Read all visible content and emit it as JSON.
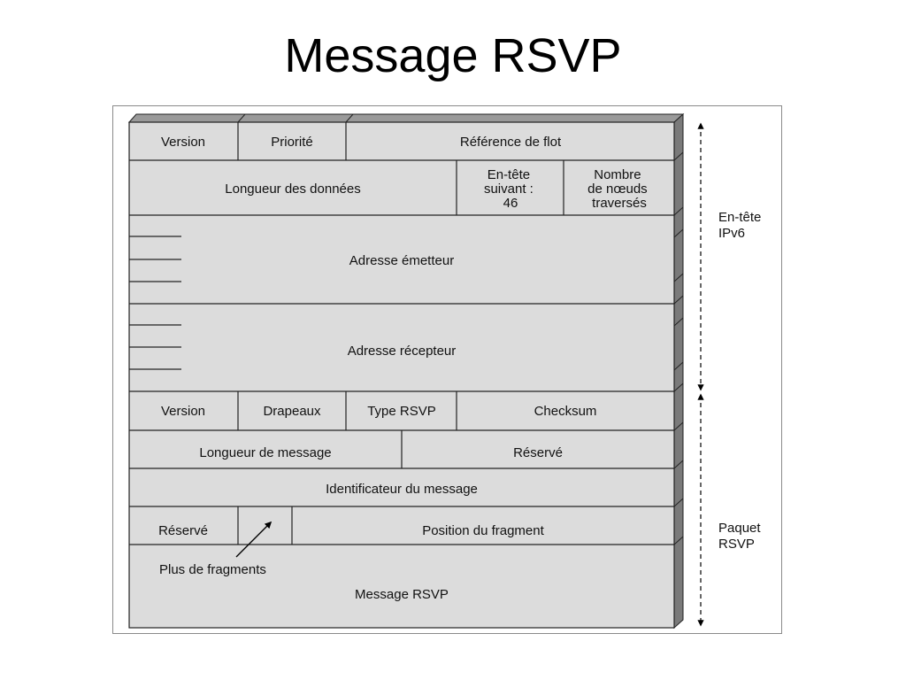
{
  "title": "Message RSVP",
  "ipv6_header": {
    "row1": {
      "version": "Version",
      "priority": "Priorité",
      "flow_label": "Référence de flot"
    },
    "row2": {
      "payload_length": "Longueur des données",
      "next_header": [
        "En-tête",
        "suivant :",
        "46"
      ],
      "hop_count": [
        "Nombre",
        "de nœuds",
        "traversés"
      ]
    },
    "source_address": "Adresse émetteur",
    "destination_address": "Adresse récepteur"
  },
  "rsvp_packet": {
    "row1": {
      "version": "Version",
      "flags": "Drapeaux",
      "type": "Type RSVP",
      "checksum": "Checksum"
    },
    "row2": {
      "message_length": "Longueur de message",
      "reserved": "Réservé"
    },
    "row3": {
      "message_id": "Identificateur du message"
    },
    "row4": {
      "reserved": "Réservé",
      "fragment_offset": "Position du fragment"
    },
    "more_fragments": "Plus de fragments",
    "message": "Message RSVP"
  },
  "side_labels": {
    "ipv6": [
      "En-tête",
      "IPv6"
    ],
    "rsvp": [
      "Paquet",
      "RSVP"
    ]
  }
}
